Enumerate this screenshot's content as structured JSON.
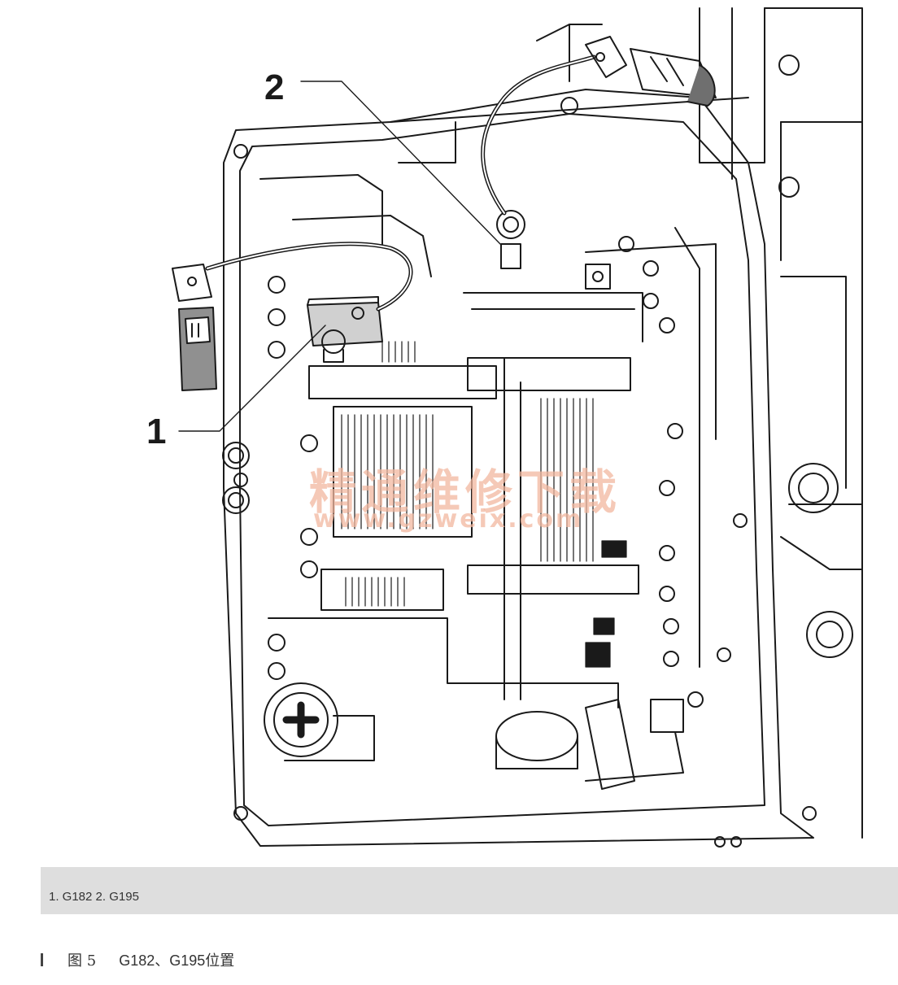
{
  "figure": {
    "callouts": [
      {
        "id": "1",
        "label": "1"
      },
      {
        "id": "2",
        "label": "2"
      }
    ],
    "watermark": {
      "text": "精通维修下载",
      "url": "www.gzweix.com",
      "color": "#f2b8a0"
    }
  },
  "caption": {
    "legend": "1. G182   2. G195",
    "figure_number": "图 5",
    "figure_title": "G182、G195位置"
  }
}
